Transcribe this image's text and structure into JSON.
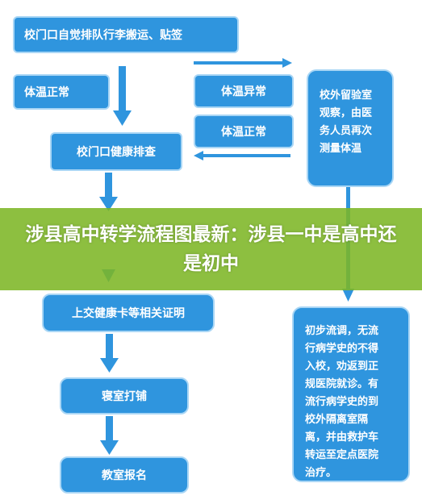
{
  "flow": {
    "step_queue": "校门口自觉排队行李搬运、贴签",
    "temp_normal_left": "体温正常",
    "step_check": "校门口健康排查",
    "temp_abnormal": "体温异常",
    "temp_normal_right": "体温正常",
    "observe_text": "校外留验室\n观察，由医\n务人员再次\n测量体温",
    "step_submit": "上交健康卡等相关证明",
    "step_dorm": "寝室打铺",
    "step_class": "教室报名",
    "screen_text": "初步流调，无流\n行病学史的不得\n入校，劝返到正\n规医院就诊。有\n流行病学史的到\n校外隔离室隔\n离，并由救护车\n转运至定点医院\n治疗。"
  },
  "banner": {
    "title": "涉县高中转学流程图最新：涉县一中是高中还是初中"
  },
  "colors": {
    "box": "#2f95de",
    "box_border": "#a9d6f5",
    "arrow": "#2f95de",
    "banner": "#7db626"
  }
}
